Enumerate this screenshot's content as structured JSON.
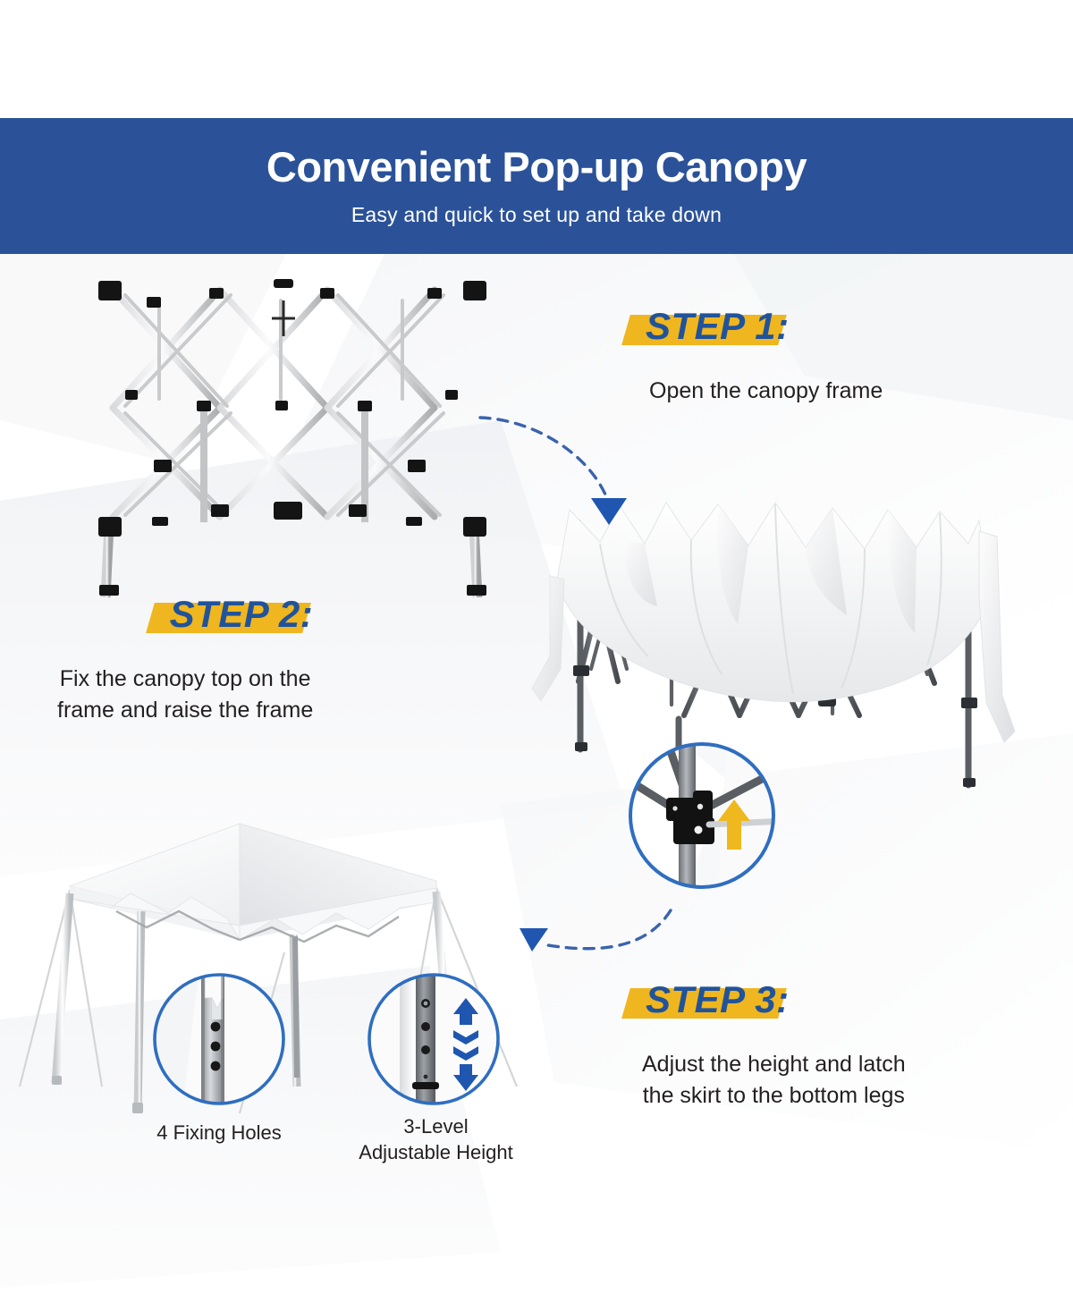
{
  "colors": {
    "banner_blue": "#2b5299",
    "accent_yellow": "#efb61f",
    "step_text_blue": "#21539b",
    "body_text": "#231f20",
    "callout_circle_blue": "#2f6ec0",
    "arrow_blue": "#1f56b0",
    "frame_metal": "#b9bbbd",
    "frame_joint": "#1a1a1a",
    "canopy_fabric": "#ffffff"
  },
  "banner": {
    "title": "Convenient Pop-up Canopy",
    "subtitle": "Easy and quick to set up and take down"
  },
  "steps": [
    {
      "id": "step1",
      "label": "STEP 1:",
      "slab_word": "STEP",
      "description": "Open the canopy frame",
      "description_lines": [
        "Open the canopy frame"
      ]
    },
    {
      "id": "step2",
      "label": "STEP 2:",
      "slab_word": "STEP",
      "description": "Fix the canopy top on the frame and raise the frame",
      "description_lines": [
        "Fix the canopy top on the",
        "frame and raise the frame"
      ]
    },
    {
      "id": "step3",
      "label": "STEP 3:",
      "slab_word": "STEP",
      "description": "Adjust the height and latch the skirt to the bottom legs",
      "description_lines": [
        "Adjust the height and latch",
        "the skirt to the bottom legs"
      ]
    }
  ],
  "callouts": [
    {
      "id": "callout-joint",
      "name": "frame-joint-detail",
      "caption": "",
      "caption_lines": []
    },
    {
      "id": "callout-holes",
      "name": "fixing-holes-detail",
      "caption": "4 Fixing Holes",
      "caption_lines": [
        "4 Fixing Holes"
      ]
    },
    {
      "id": "callout-height",
      "name": "adjustable-height-detail",
      "caption": "3-Level Adjustable Height",
      "caption_lines": [
        "3-Level",
        "Adjustable Height"
      ]
    }
  ],
  "captions": {
    "fixing_holes": "4 Fixing Holes",
    "height_line1": "3-Level",
    "height_line2": "Adjustable Height"
  },
  "images": {
    "frame_photo_alt": "folded canopy scissor frame expanded",
    "canopy_photo_alt": "canopy top fabric placed over partially raised frame",
    "tent_photo_alt": "fully assembled white pop-up canopy tent"
  },
  "arrows": [
    {
      "name": "arrow-step1-to-step2",
      "style": "dashed-curved",
      "direction": "down-right"
    },
    {
      "name": "arrow-step2-to-step3",
      "style": "dashed-curved",
      "direction": "down-left"
    }
  ]
}
